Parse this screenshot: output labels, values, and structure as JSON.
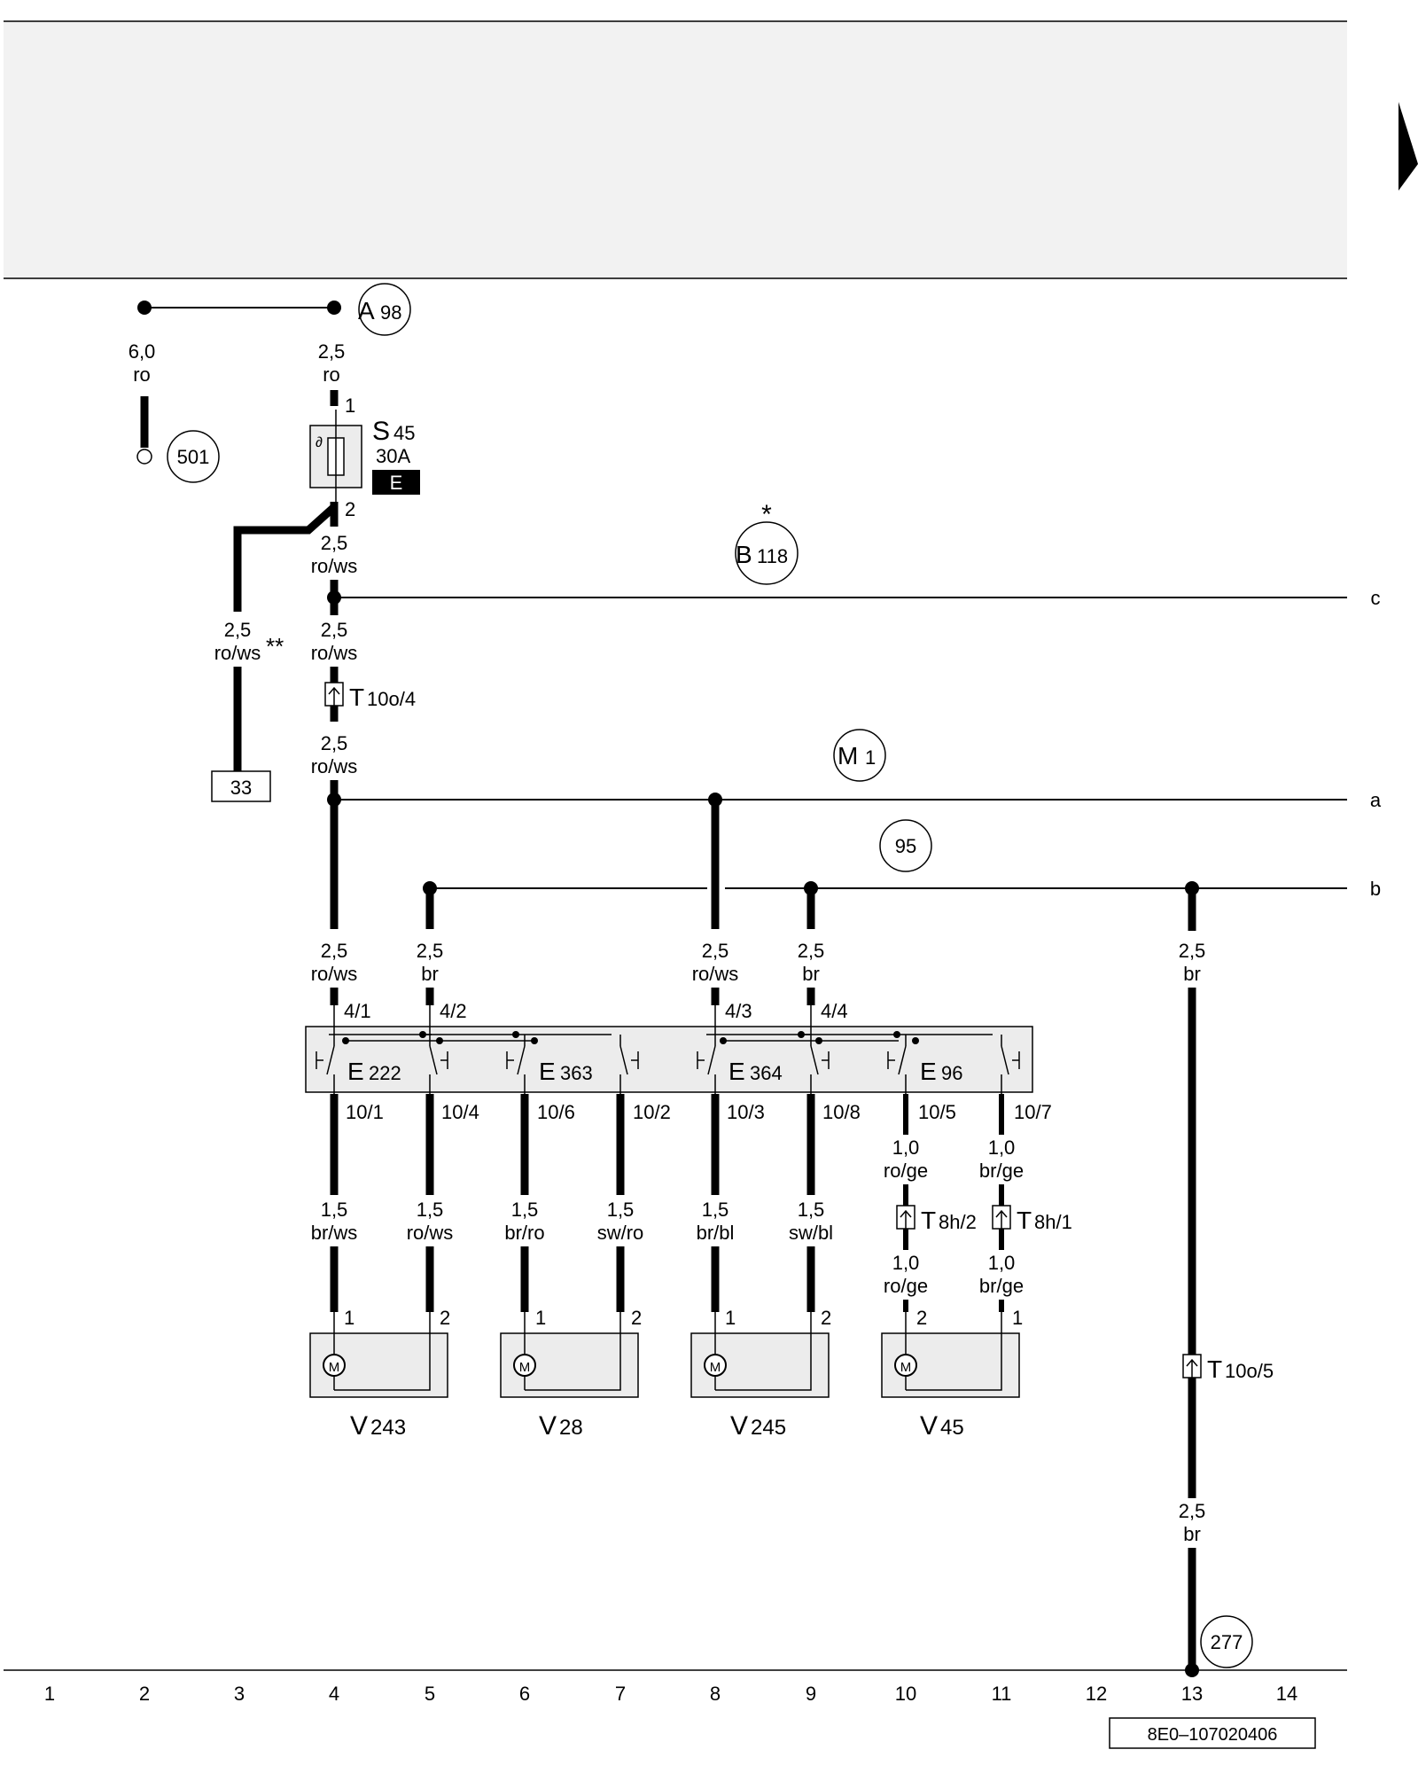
{
  "refs": {
    "a98": {
      "letter": "A",
      "num": "98"
    },
    "b118": {
      "letter": "B",
      "num": "118",
      "star": "*"
    },
    "m1": {
      "letter": "M",
      "num": "1"
    },
    "n501": "501",
    "n95": "95",
    "n277": "277"
  },
  "wires": {
    "w501": {
      "size": "6,0",
      "color": "ro"
    },
    "a98": {
      "size": "2,5",
      "color": "ro"
    },
    "s45out": {
      "size": "2,5",
      "color": "ro/ws"
    },
    "alt": {
      "size": "2,5",
      "color": "ro/ws",
      "mark": "**"
    },
    "c_down": {
      "size": "2,5",
      "color": "ro/ws"
    },
    "t10o4_down": {
      "size": "2,5",
      "color": "ro/ws"
    },
    "p41": {
      "size": "2,5",
      "color": "ro/ws"
    },
    "p42": {
      "size": "2,5",
      "color": "br"
    },
    "p43": {
      "size": "2,5",
      "color": "ro/ws"
    },
    "p44": {
      "size": "2,5",
      "color": "br"
    },
    "ground_upper": {
      "size": "2,5",
      "color": "br"
    },
    "ground_lower": {
      "size": "2,5",
      "color": "br"
    },
    "o101": {
      "size": "1,5",
      "color": "br/ws"
    },
    "o104": {
      "size": "1,5",
      "color": "ro/ws"
    },
    "o106": {
      "size": "1,5",
      "color": "br/ro"
    },
    "o102": {
      "size": "1,5",
      "color": "sw/ro"
    },
    "o103": {
      "size": "1,5",
      "color": "br/bl"
    },
    "o108": {
      "size": "1,5",
      "color": "sw/bl"
    },
    "o105a": {
      "size": "1,0",
      "color": "ro/ge"
    },
    "o105b": {
      "size": "1,0",
      "color": "ro/ge"
    },
    "o107a": {
      "size": "1,0",
      "color": "br/ge"
    },
    "o107b": {
      "size": "1,0",
      "color": "br/ge"
    }
  },
  "fuse": {
    "name": "S",
    "num": "45",
    "rating": "30A",
    "badge": "E",
    "pin_in": "1",
    "pin_out": "2"
  },
  "connectors": {
    "t10o4": {
      "name": "T",
      "num": "10o/4"
    },
    "t10o5": {
      "name": "T",
      "num": "10o/5"
    },
    "t8h2": {
      "name": "T",
      "num": "8h/2"
    },
    "t8h1": {
      "name": "T",
      "num": "8h/1"
    }
  },
  "box33": "33",
  "switch_pins_in": [
    "4/1",
    "4/2",
    "4/3",
    "4/4"
  ],
  "switch_pins_out": [
    "10/1",
    "10/4",
    "10/6",
    "10/2",
    "10/3",
    "10/8",
    "10/5",
    "10/7"
  ],
  "switches": [
    {
      "letter": "E",
      "num": "222"
    },
    {
      "letter": "E",
      "num": "363"
    },
    {
      "letter": "E",
      "num": "364"
    },
    {
      "letter": "E",
      "num": "96"
    }
  ],
  "motors": [
    {
      "letter": "V",
      "num": "243",
      "pin_a": "1",
      "pin_b": "2",
      "symbol": "M"
    },
    {
      "letter": "V",
      "num": "28",
      "pin_a": "1",
      "pin_b": "2",
      "symbol": "M"
    },
    {
      "letter": "V",
      "num": "245",
      "pin_a": "1",
      "pin_b": "2",
      "symbol": "M"
    },
    {
      "letter": "V",
      "num": "45",
      "pin_a": "2",
      "pin_b": "1",
      "symbol": "M"
    }
  ],
  "bus_labels": {
    "c": "c",
    "a": "a",
    "b": "b"
  },
  "columns": [
    "1",
    "2",
    "3",
    "4",
    "5",
    "6",
    "7",
    "8",
    "9",
    "10",
    "11",
    "12",
    "13",
    "14"
  ],
  "drawing_number": "8E0–107020406"
}
